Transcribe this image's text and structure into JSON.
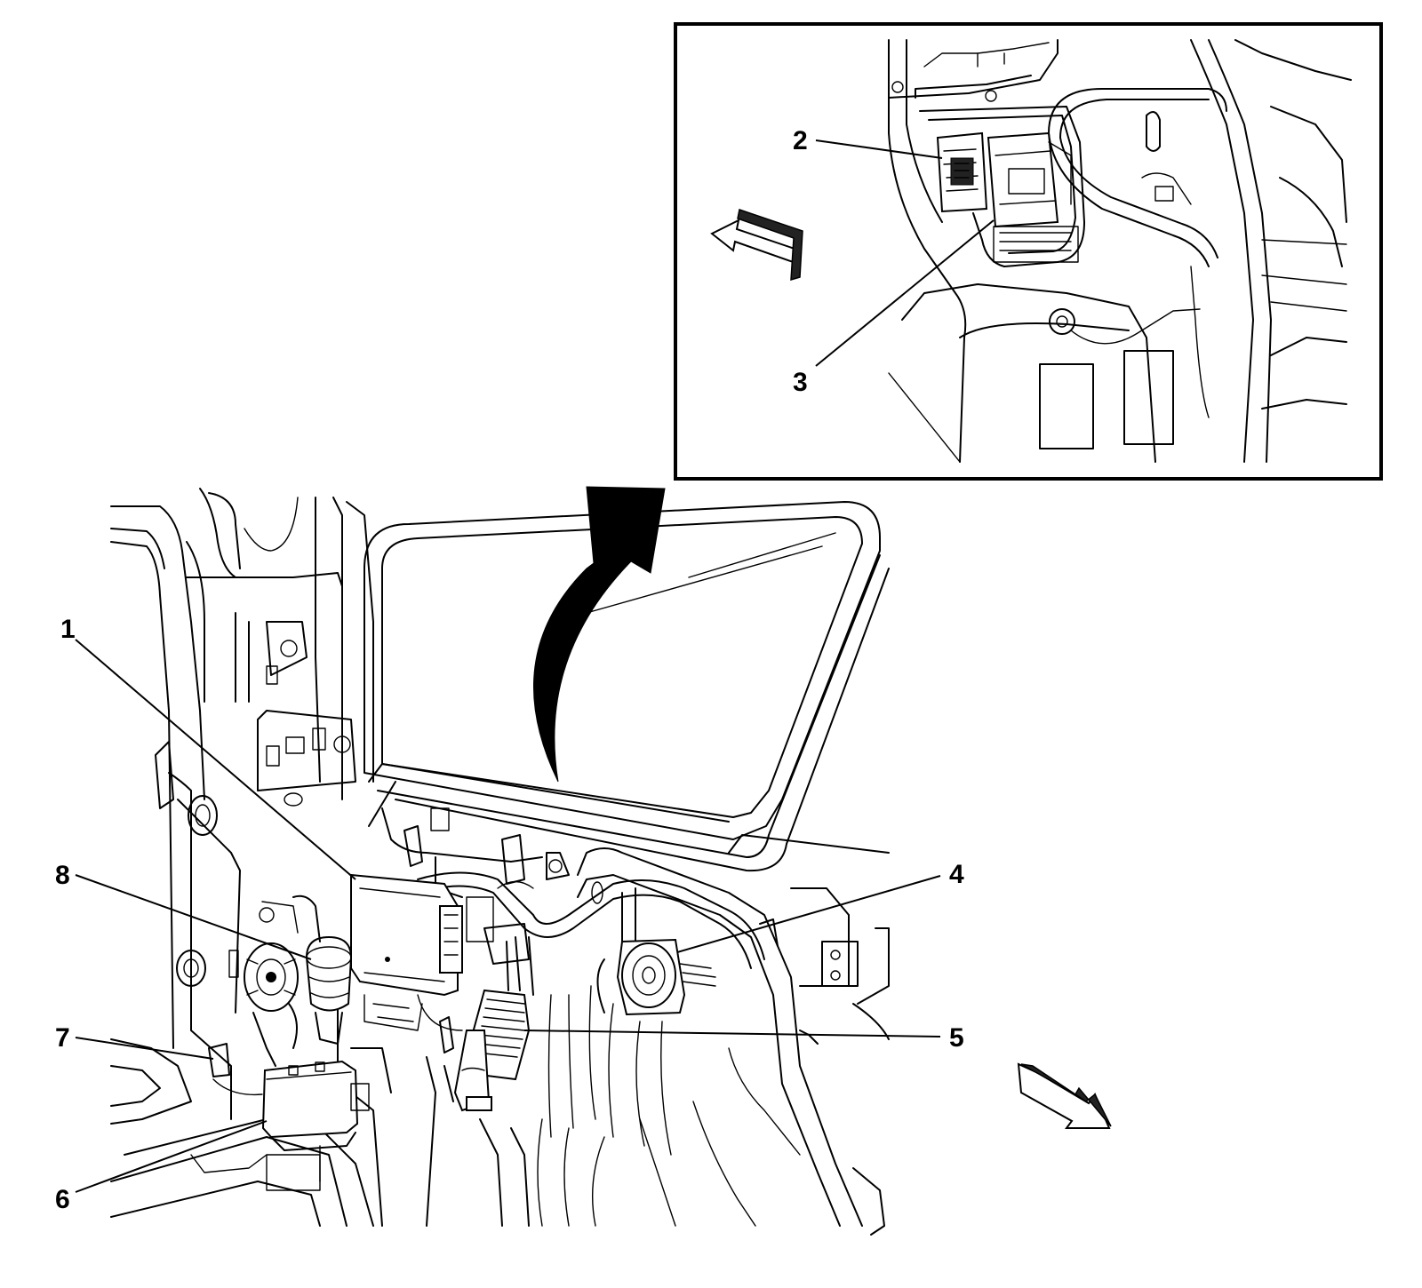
{
  "callouts": {
    "c1": "1",
    "c2": "2",
    "c3": "3",
    "c4": "4",
    "c5": "5",
    "c6": "6",
    "c7": "7",
    "c8": "8"
  },
  "colors": {
    "line": "#000000",
    "background": "#ffffff"
  },
  "icons": [
    "forward-direction-arrow-icon",
    "detail-view-curved-arrow-icon"
  ]
}
